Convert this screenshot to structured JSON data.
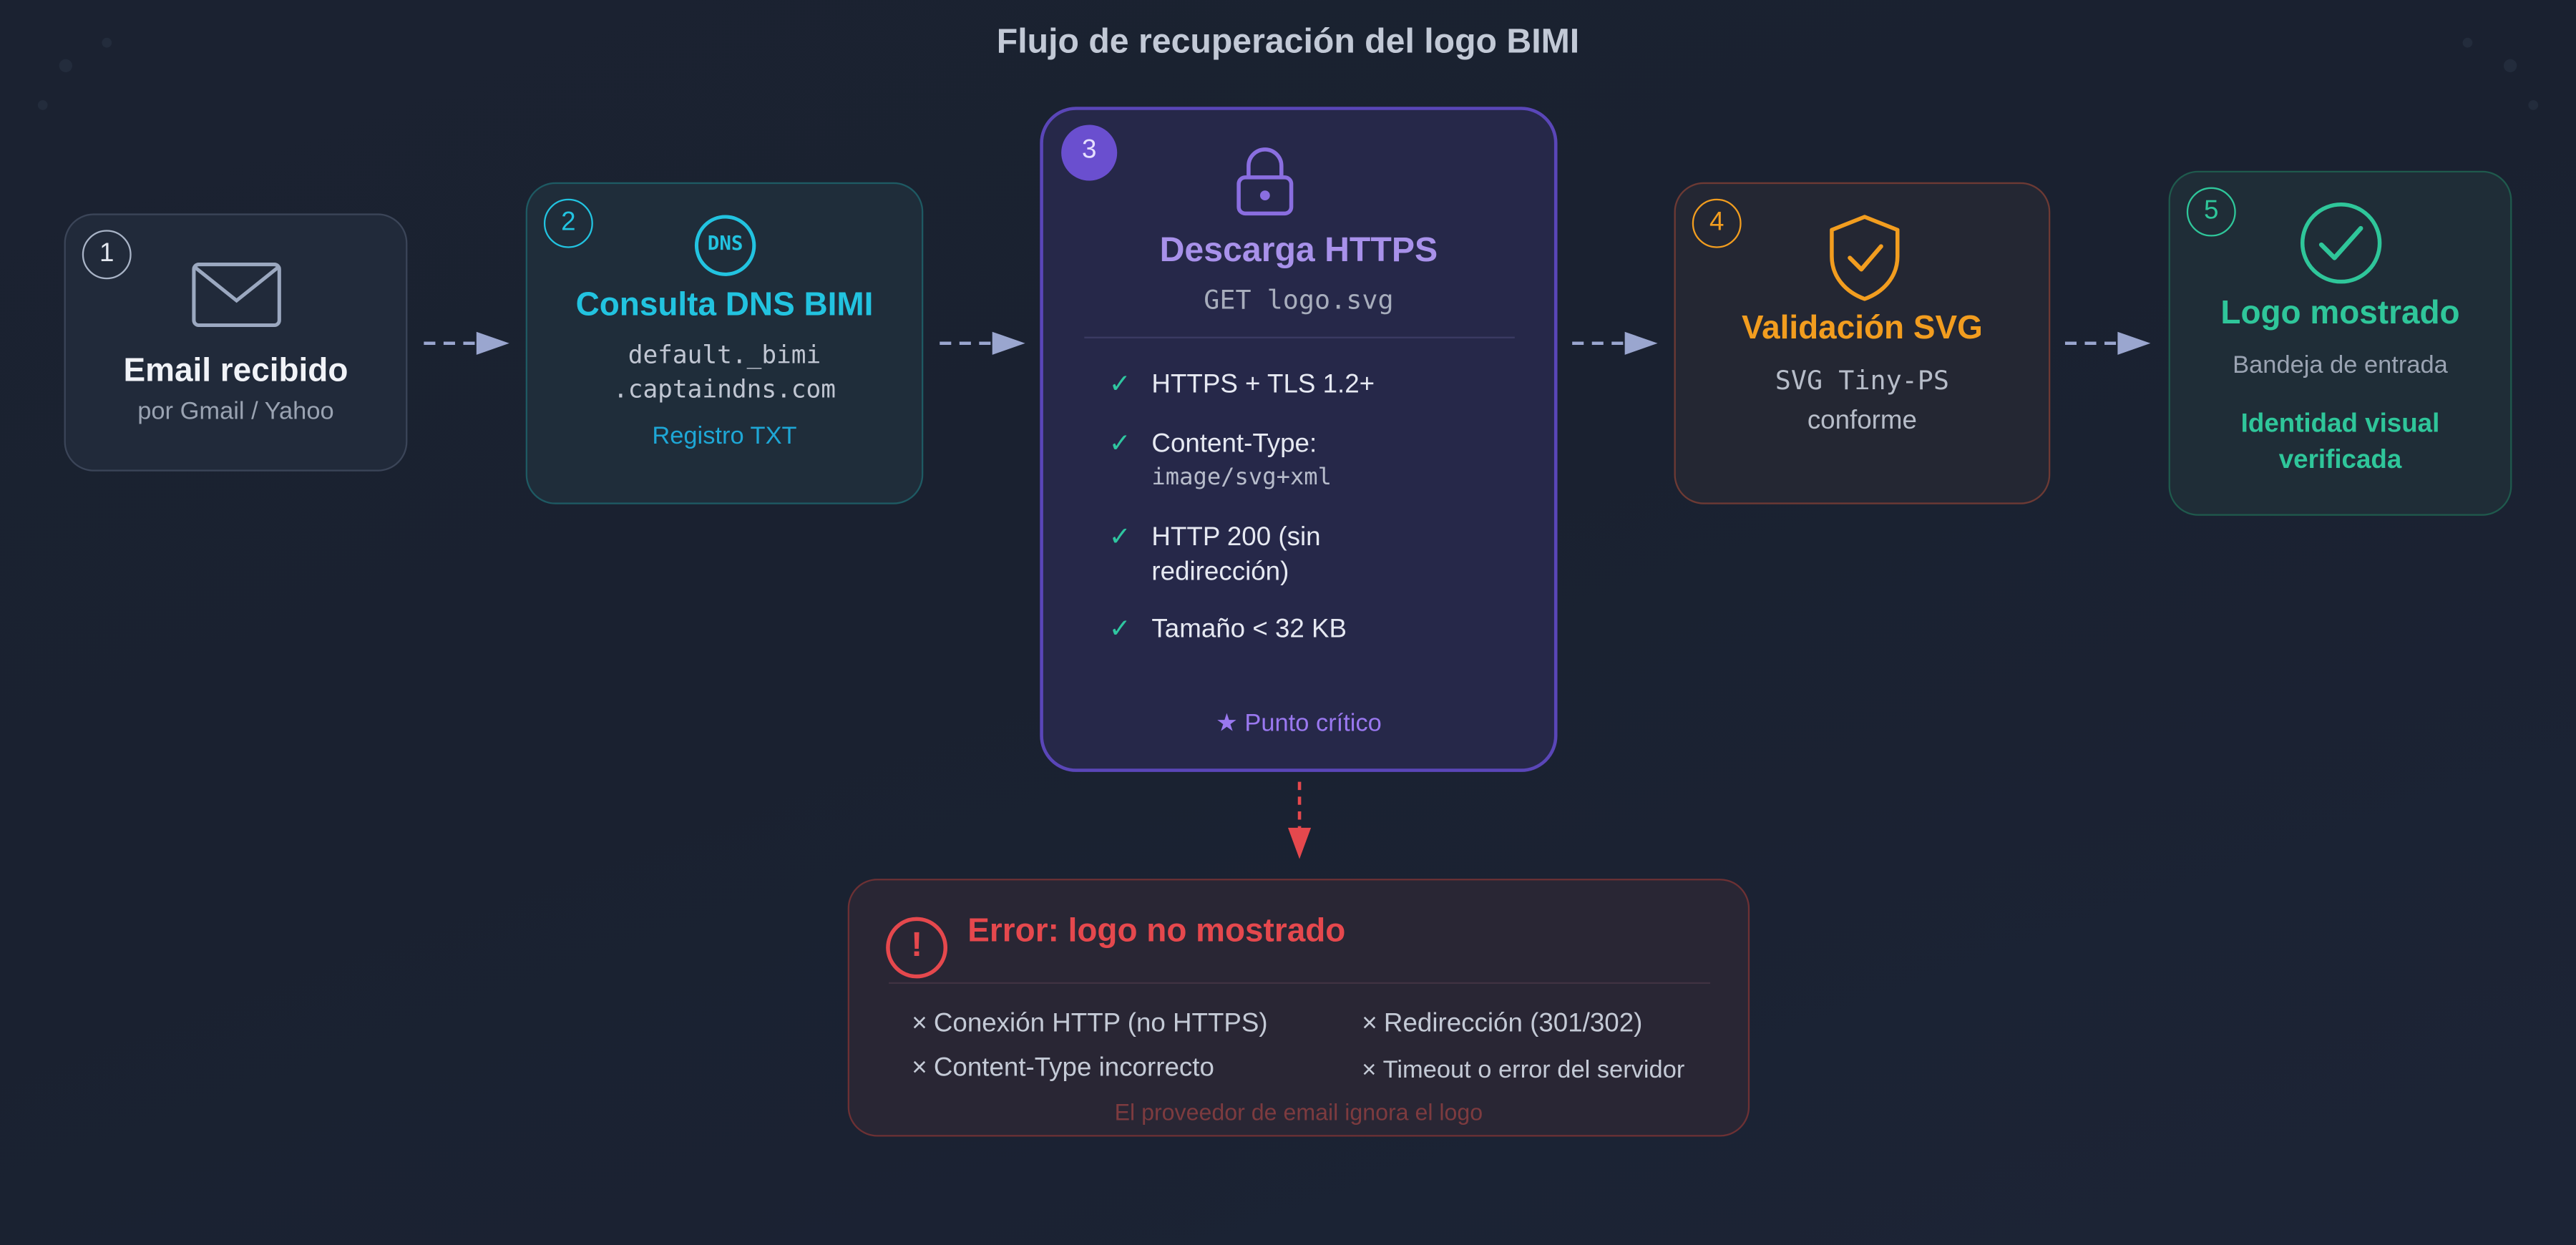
{
  "title": "Flujo de recuperación del logo BIMI",
  "colors": {
    "background": "#1b2231",
    "step1": "#9ba8c0",
    "step2": "#22c3e0",
    "step3": "#8a6ee0",
    "step4": "#f29d1f",
    "step5": "#2fc69a",
    "error": "#e5484d",
    "arrow": "#9aa6cf"
  },
  "steps": [
    {
      "number": "1",
      "icon": "envelope-icon",
      "title": "Email recibido",
      "subtitle": "por Gmail / Yahoo"
    },
    {
      "number": "2",
      "icon": "dns-icon",
      "icon_text": "DNS",
      "title": "Consulta DNS BIMI",
      "line1": "default._bimi",
      "line2": ".captaindns.com",
      "note": "Registro TXT"
    },
    {
      "number": "3",
      "icon": "lock-icon",
      "title": "Descarga HTTPS",
      "subtitle": "GET logo.svg",
      "checks": [
        {
          "text": "HTTPS + TLS 1.2+"
        },
        {
          "text": "Content-Type:",
          "code": "image/svg+xml"
        },
        {
          "text": "HTTP 200 (sin",
          "text2": "redirección)"
        },
        {
          "text": "Tamaño < 32 KB"
        }
      ],
      "footer": "★ Punto crítico"
    },
    {
      "number": "4",
      "icon": "shield-check-icon",
      "title": "Validación SVG",
      "line1": "SVG Tiny-PS",
      "line2": "conforme"
    },
    {
      "number": "5",
      "icon": "check-circle-icon",
      "title": "Logo mostrado",
      "subtitle": "Bandeja de entrada",
      "note1": "Identidad visual",
      "note2": "verificada"
    }
  ],
  "error": {
    "icon": "exclamation-icon",
    "icon_text": "!",
    "title": "Error: logo no mostrado",
    "items": [
      "Conexión HTTP (no HTTPS)",
      "Redirección (301/302)",
      "Content-Type incorrecto",
      "Timeout o error del servidor"
    ],
    "cross": "×",
    "footer": "El proveedor de email ignora el logo"
  }
}
